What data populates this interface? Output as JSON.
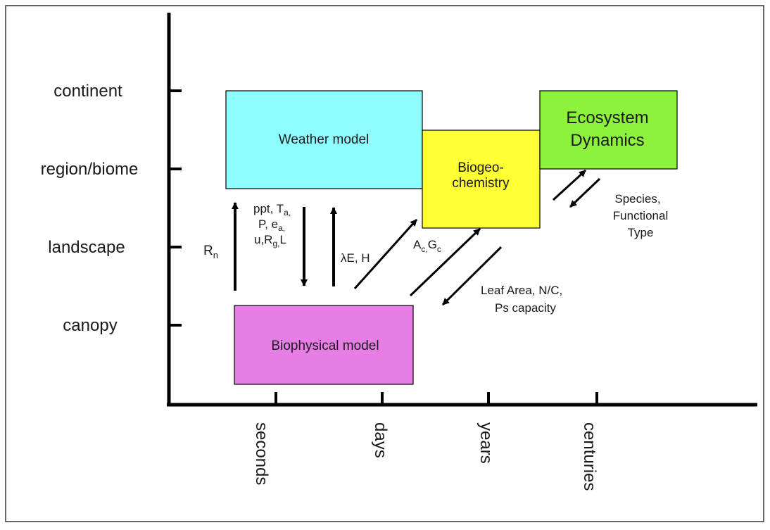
{
  "y_axis": {
    "labels": [
      "continent",
      "region/biome",
      "landscape",
      "canopy"
    ]
  },
  "x_axis": {
    "labels": [
      "seconds",
      "days",
      "years",
      "centuries"
    ]
  },
  "boxes": {
    "weather": {
      "label": "Weather model",
      "color": "#8effff"
    },
    "biogeo": {
      "line1": "Biogeo-",
      "line2": "chemistry",
      "color": "#ffff33"
    },
    "ecosystem": {
      "line1": "Ecosystem",
      "line2": "Dynamics",
      "color": "#8cf23c"
    },
    "biophysical": {
      "label": "Biophysical model",
      "color": "#e67ee6"
    }
  },
  "flux_labels": {
    "rn_main": "R",
    "rn_sub": "n",
    "met_l1_a": "ppt, T",
    "met_l1_sub": "a,",
    "met_l2_a": "P, e",
    "met_l2_sub": "a,",
    "met_l3_a": "u,R",
    "met_l3_sub": "g,",
    "met_l3_b": "L",
    "le_h": "λE, H",
    "ac_main": "A",
    "ac_sub": "c,",
    "gc_main": "G",
    "gc_sub": "c",
    "leaf_l1": "Leaf Area, N/C,",
    "leaf_l2": "Ps capacity",
    "species_l1": "Species,",
    "species_l2": "Functional",
    "species_l3": "Type"
  }
}
